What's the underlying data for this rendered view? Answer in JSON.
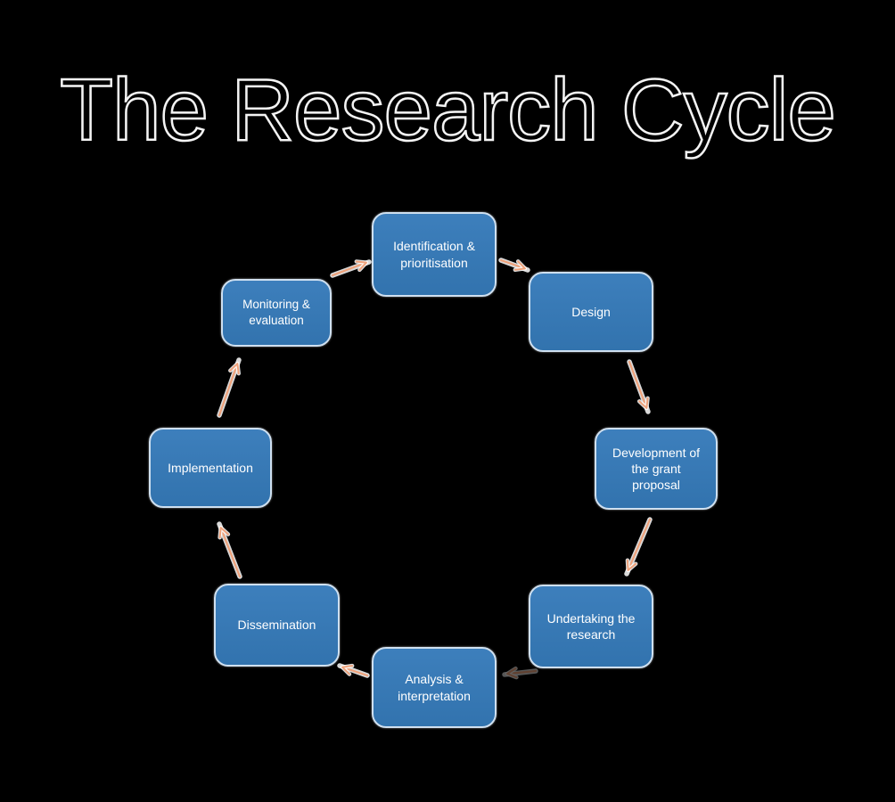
{
  "title": "The Research Cycle",
  "steps": [
    {
      "label": "Identification & prioritisation"
    },
    {
      "label": "Design"
    },
    {
      "label": "Development of the grant proposal"
    },
    {
      "label": "Undertaking the research"
    },
    {
      "label": "Analysis & interpretation"
    },
    {
      "label": "Dissemination"
    },
    {
      "label": "Implementation"
    },
    {
      "label": "Monitoring & evaluation"
    }
  ],
  "colors": {
    "background": "#000000",
    "box_fill": "#3577B4",
    "box_border": "#CFE0F0",
    "box_text": "#FFFFFF",
    "arrow": "#EFA27B",
    "title_outline": "#F4F4F4"
  }
}
